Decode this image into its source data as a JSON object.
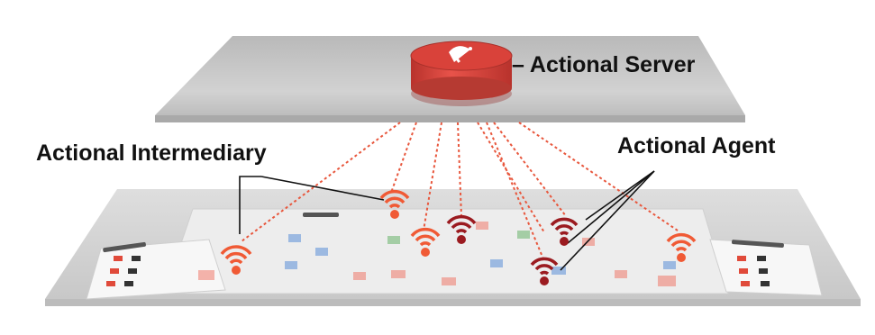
{
  "labels": {
    "server": "– Actional Server",
    "intermediary": "Actional Intermediary",
    "agent": "Actional Agent"
  },
  "colors": {
    "server_red": "#d9423a",
    "server_dark": "#a8312b",
    "intermediary_orange": "#f05a35",
    "agent_darkred": "#9b1b20",
    "top_plane": "#c9c9c9",
    "bottom_plane": "#d6d6d6",
    "inner_panel": "#ececec",
    "connector_dots": "#e8573d"
  },
  "icons": {
    "server": "database-cylinder-icon",
    "intermediary": "wireless-broadcast-icon",
    "agent": "wireless-broadcast-icon"
  }
}
